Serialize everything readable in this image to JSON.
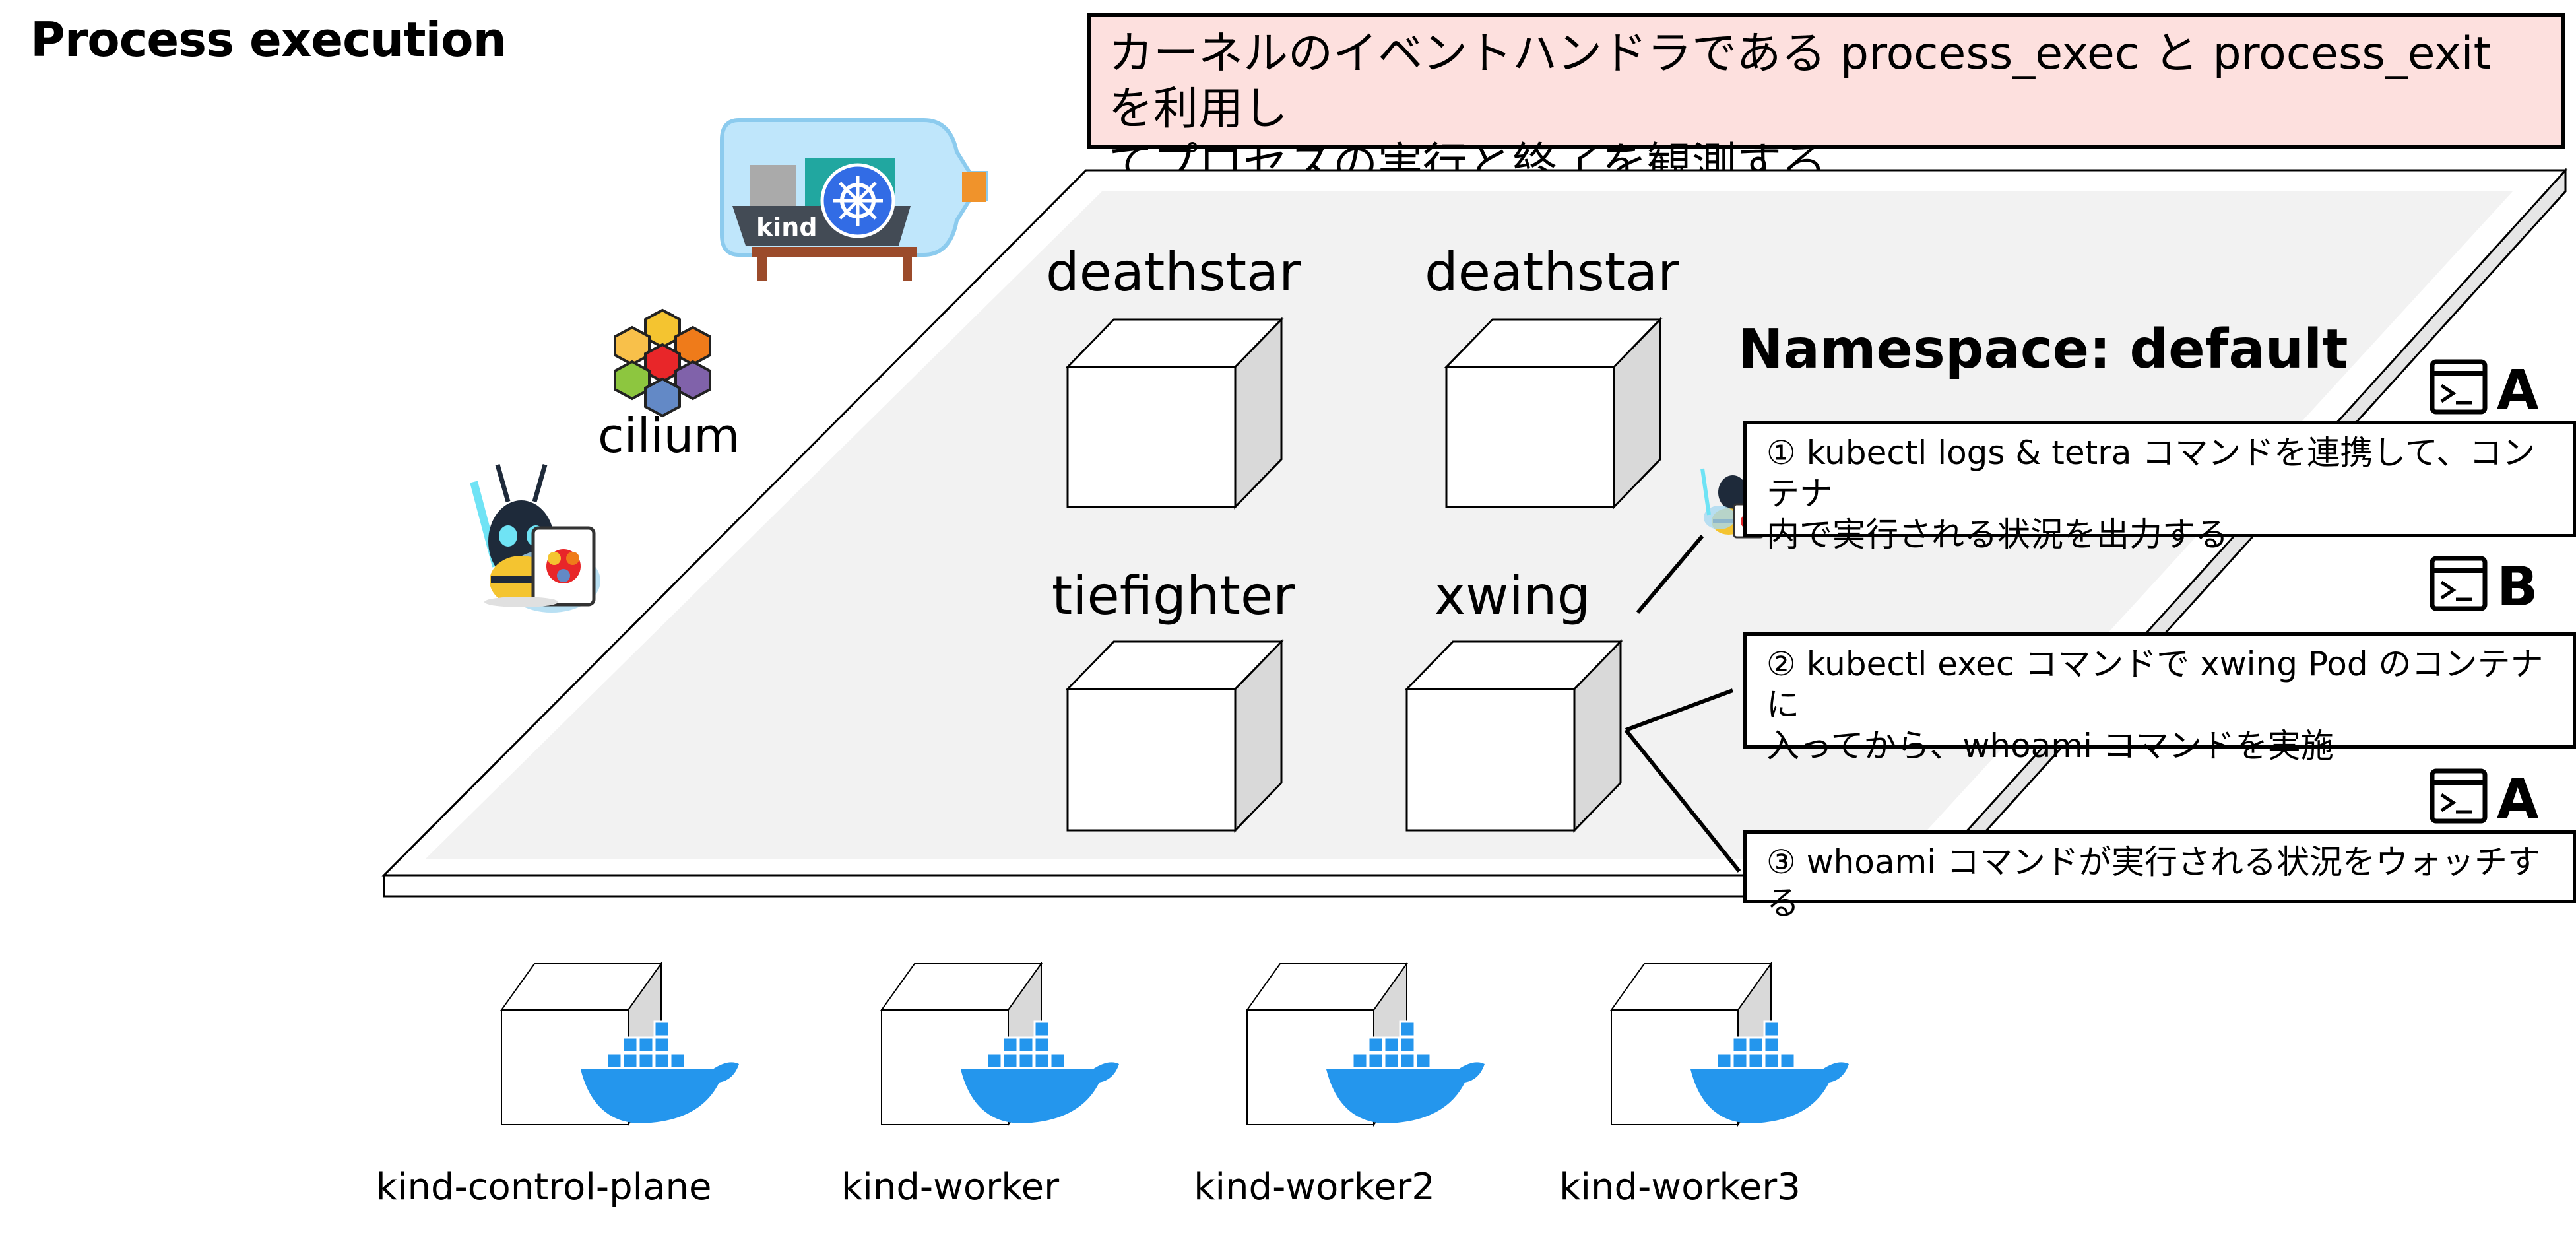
{
  "title": "Process execution",
  "callout": {
    "line1": "カーネルのイベントハンドラである process_exec と process_exit を利用し",
    "line2": "てプロセスの実行と終了を観測する"
  },
  "logos": {
    "kind_label": "kind",
    "cilium_label": "cilium"
  },
  "namespace_label": "Namespace: default",
  "pods": [
    {
      "label": "deathstar"
    },
    {
      "label": "deathstar"
    },
    {
      "label": "tiefighter"
    },
    {
      "label": "xwing"
    }
  ],
  "steps": [
    {
      "terminal": "A",
      "line1": "① kubectl logs & tetra コマンドを連携して、コンテナ",
      "line2": "内で実行される状況を出力する"
    },
    {
      "terminal": "B",
      "line1": "② kubectl exec コマンドで xwing Pod のコンテナに",
      "line2": "入ってから、whoami コマンドを実施"
    },
    {
      "terminal": "A",
      "line1": "③ whoami コマンドが実行される状況をウォッチする"
    }
  ],
  "nodes": [
    {
      "label": "kind-control-plane"
    },
    {
      "label": "kind-worker"
    },
    {
      "label": "kind-worker2"
    },
    {
      "label": "kind-worker3"
    }
  ],
  "colors": {
    "callout_bg": "#fde0de",
    "platform": "#f2f2f2",
    "docker_blue": "#2496ed",
    "bottle": "#bfe6fb",
    "k8s_blue": "#326ce5"
  }
}
